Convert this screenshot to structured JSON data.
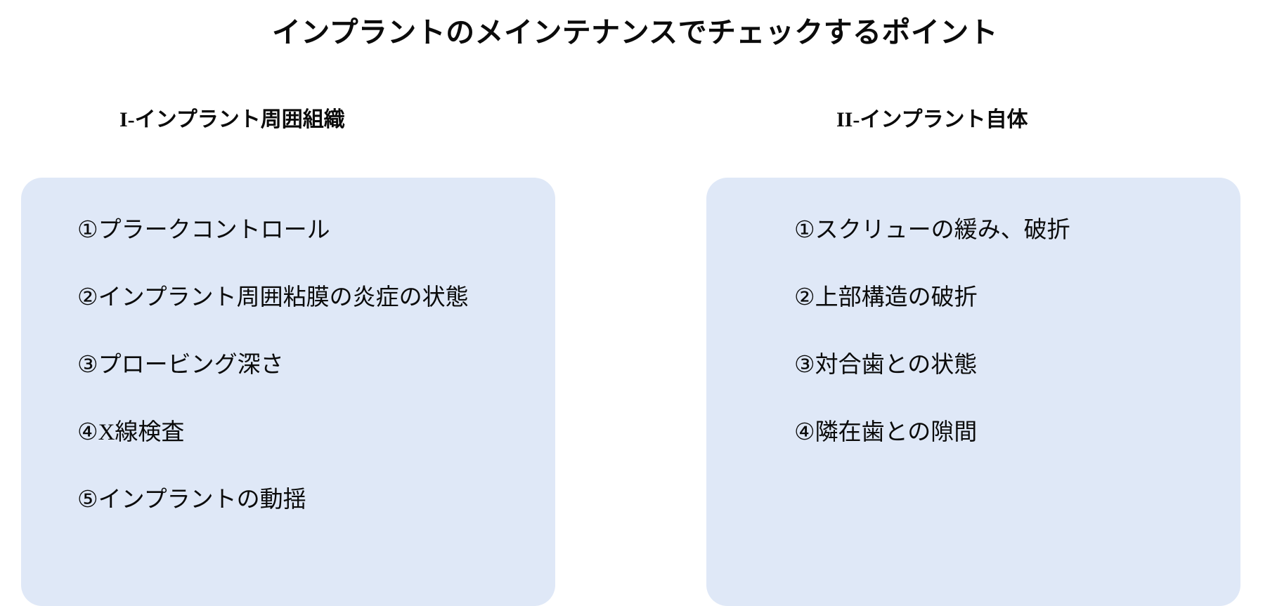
{
  "slide": {
    "title": "インプラントのメインテナンスでチェックするポイント",
    "background_color": "#ffffff",
    "panel_color": "#dfe8f7",
    "text_color": "#0b0b0b"
  },
  "columns": [
    {
      "heading": "I-インプラント周囲組織",
      "items": [
        {
          "marker": "①",
          "label": "プラークコントロール"
        },
        {
          "marker": "②",
          "label": "インプラント周囲粘膜の炎症の状態"
        },
        {
          "marker": "③",
          "label": "プロービング深さ"
        },
        {
          "marker": "④",
          "label": "X線検査"
        },
        {
          "marker": "⑤",
          "label": "インプラントの動揺"
        }
      ]
    },
    {
      "heading": "II-インプラント自体",
      "items": [
        {
          "marker": "①",
          "label": "スクリューの緩み、破折"
        },
        {
          "marker": "②",
          "label": "上部構造の破折"
        },
        {
          "marker": "③",
          "label": "対合歯との状態"
        },
        {
          "marker": "④",
          "label": "隣在歯との隙間"
        }
      ]
    }
  ]
}
